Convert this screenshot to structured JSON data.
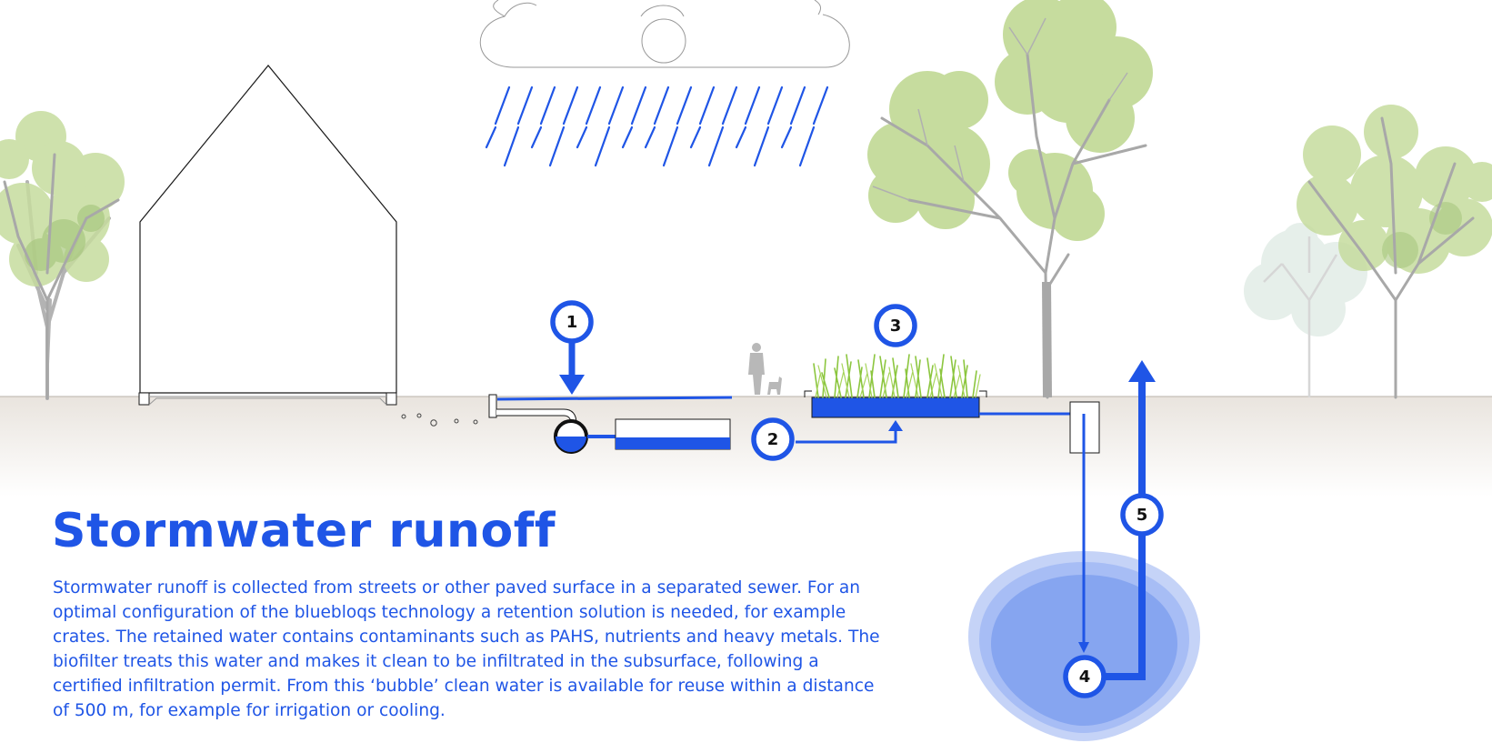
{
  "title": "Stormwater runoff",
  "description": "Stormwater runoff is collected from streets or other paved surface in a separated sewer. For an optimal configuration of the bluebloqs technology a retention solution is needed, for example crates. The retained water contains contaminants such as PAHS, nutrients and heavy metals. The biofilter treats this water and makes it clean to be infiltrated in the subsurface, following a certified infiltration permit. From this ‘bubble’ clean water is available for reuse within a distance of 500 m, for example for irrigation or cooling.",
  "steps": [
    "1",
    "2",
    "3",
    "4",
    "5"
  ],
  "colors": {
    "accent": "#1f55e6",
    "water_light": "#c5d3f7",
    "water_mid": "#a7bdf5",
    "water_dark": "#86a5f0",
    "foliage": "#c6dc9e",
    "grass": "#8cc63f",
    "ground": "#efebe6",
    "trunk": "#a8a8a8",
    "outline": "#1a1a1a"
  }
}
